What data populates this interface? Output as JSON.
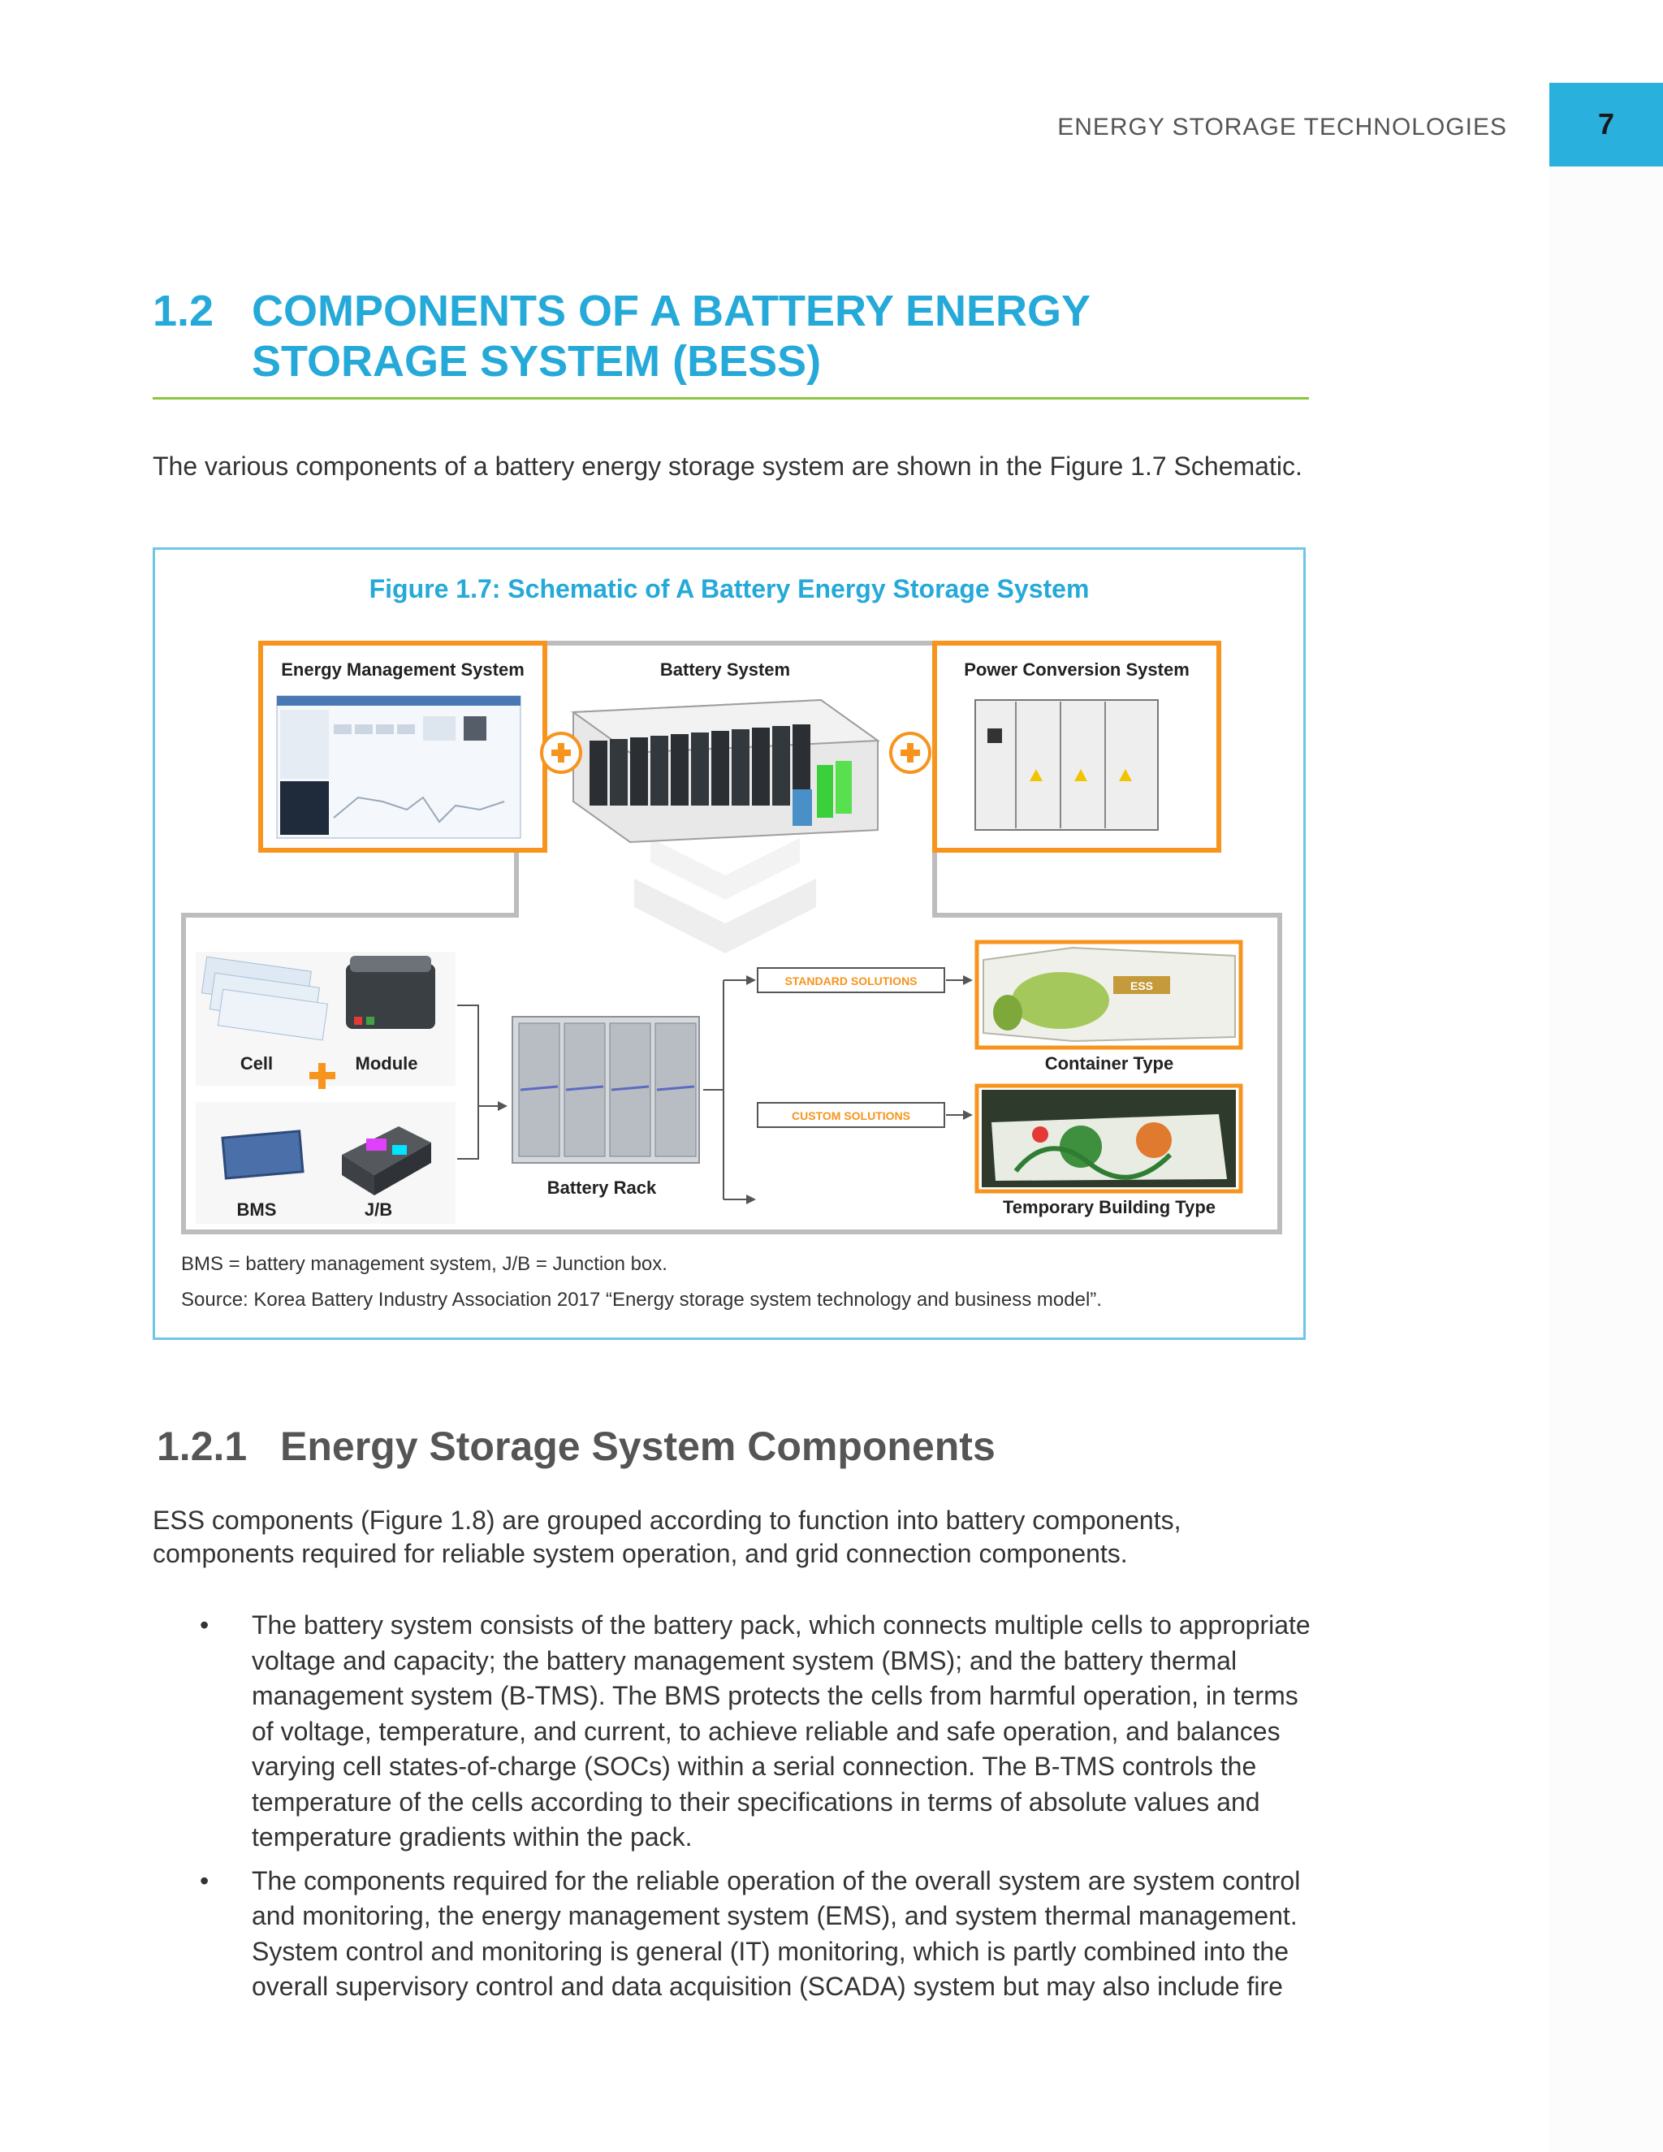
{
  "header": {
    "running_title": "ENERGY STORAGE TECHNOLOGIES",
    "page_number": "7"
  },
  "section": {
    "number": "1.2",
    "title": "COMPONENTS OF A BATTERY ENERGY STORAGE SYSTEM (BESS)"
  },
  "intro": "The various components of a battery energy storage system are shown in the Figure 1.7 Schematic.",
  "figure": {
    "title": "Figure 1.7: Schematic of A Battery Energy Storage System",
    "labels": {
      "ems": "Energy Management System",
      "battery_system": "Battery System",
      "pcs": "Power Conversion System",
      "cell": "Cell",
      "module": "Module",
      "bms": "BMS",
      "jb": "J/B",
      "battery_rack": "Battery Rack",
      "standard": "STANDARD SOLUTIONS",
      "custom": "CUSTOM SOLUTIONS",
      "container": "Container Type",
      "temporary": "Temporary Building Type",
      "ess_logo": "ESS"
    },
    "note_abbrev": "BMS = battery management system, J/B = Junction box.",
    "note_source": "Source: Korea Battery Industry Association 2017 “Energy storage system technology and business model”."
  },
  "subsection": {
    "number": "1.2.1",
    "title": "Energy Storage System Components"
  },
  "paragraph": "ESS components (Figure 1.8) are grouped according to function into battery components, components required for reliable system operation, and grid connection components.",
  "bullets": [
    "The battery system consists of the battery pack, which connects multiple cells to appropriate voltage and capacity; the battery management system (BMS); and the battery thermal management system (B-TMS). The BMS protects the cells from harmful operation, in terms of voltage, temperature, and current, to achieve reliable and safe operation, and balances varying cell states-of-charge (SOCs) within a serial connection. The B-TMS controls the temperature of the cells according to their specifications in terms of absolute values and temperature gradients within the pack.",
    "The components required for the reliable operation of the overall system are system control and monitoring, the energy management system (EMS), and system thermal management. System control and monitoring is general (IT) monitoring, which is partly combined into the overall supervisory control and data acquisition (SCADA) system but may also include fire"
  ],
  "bullet_symbol": "•",
  "colors": {
    "accent_blue": "#25a9d8",
    "rule_green": "#8cc63e",
    "frame_orange": "#f7941d",
    "frame_grey": "#bdbdbd"
  }
}
